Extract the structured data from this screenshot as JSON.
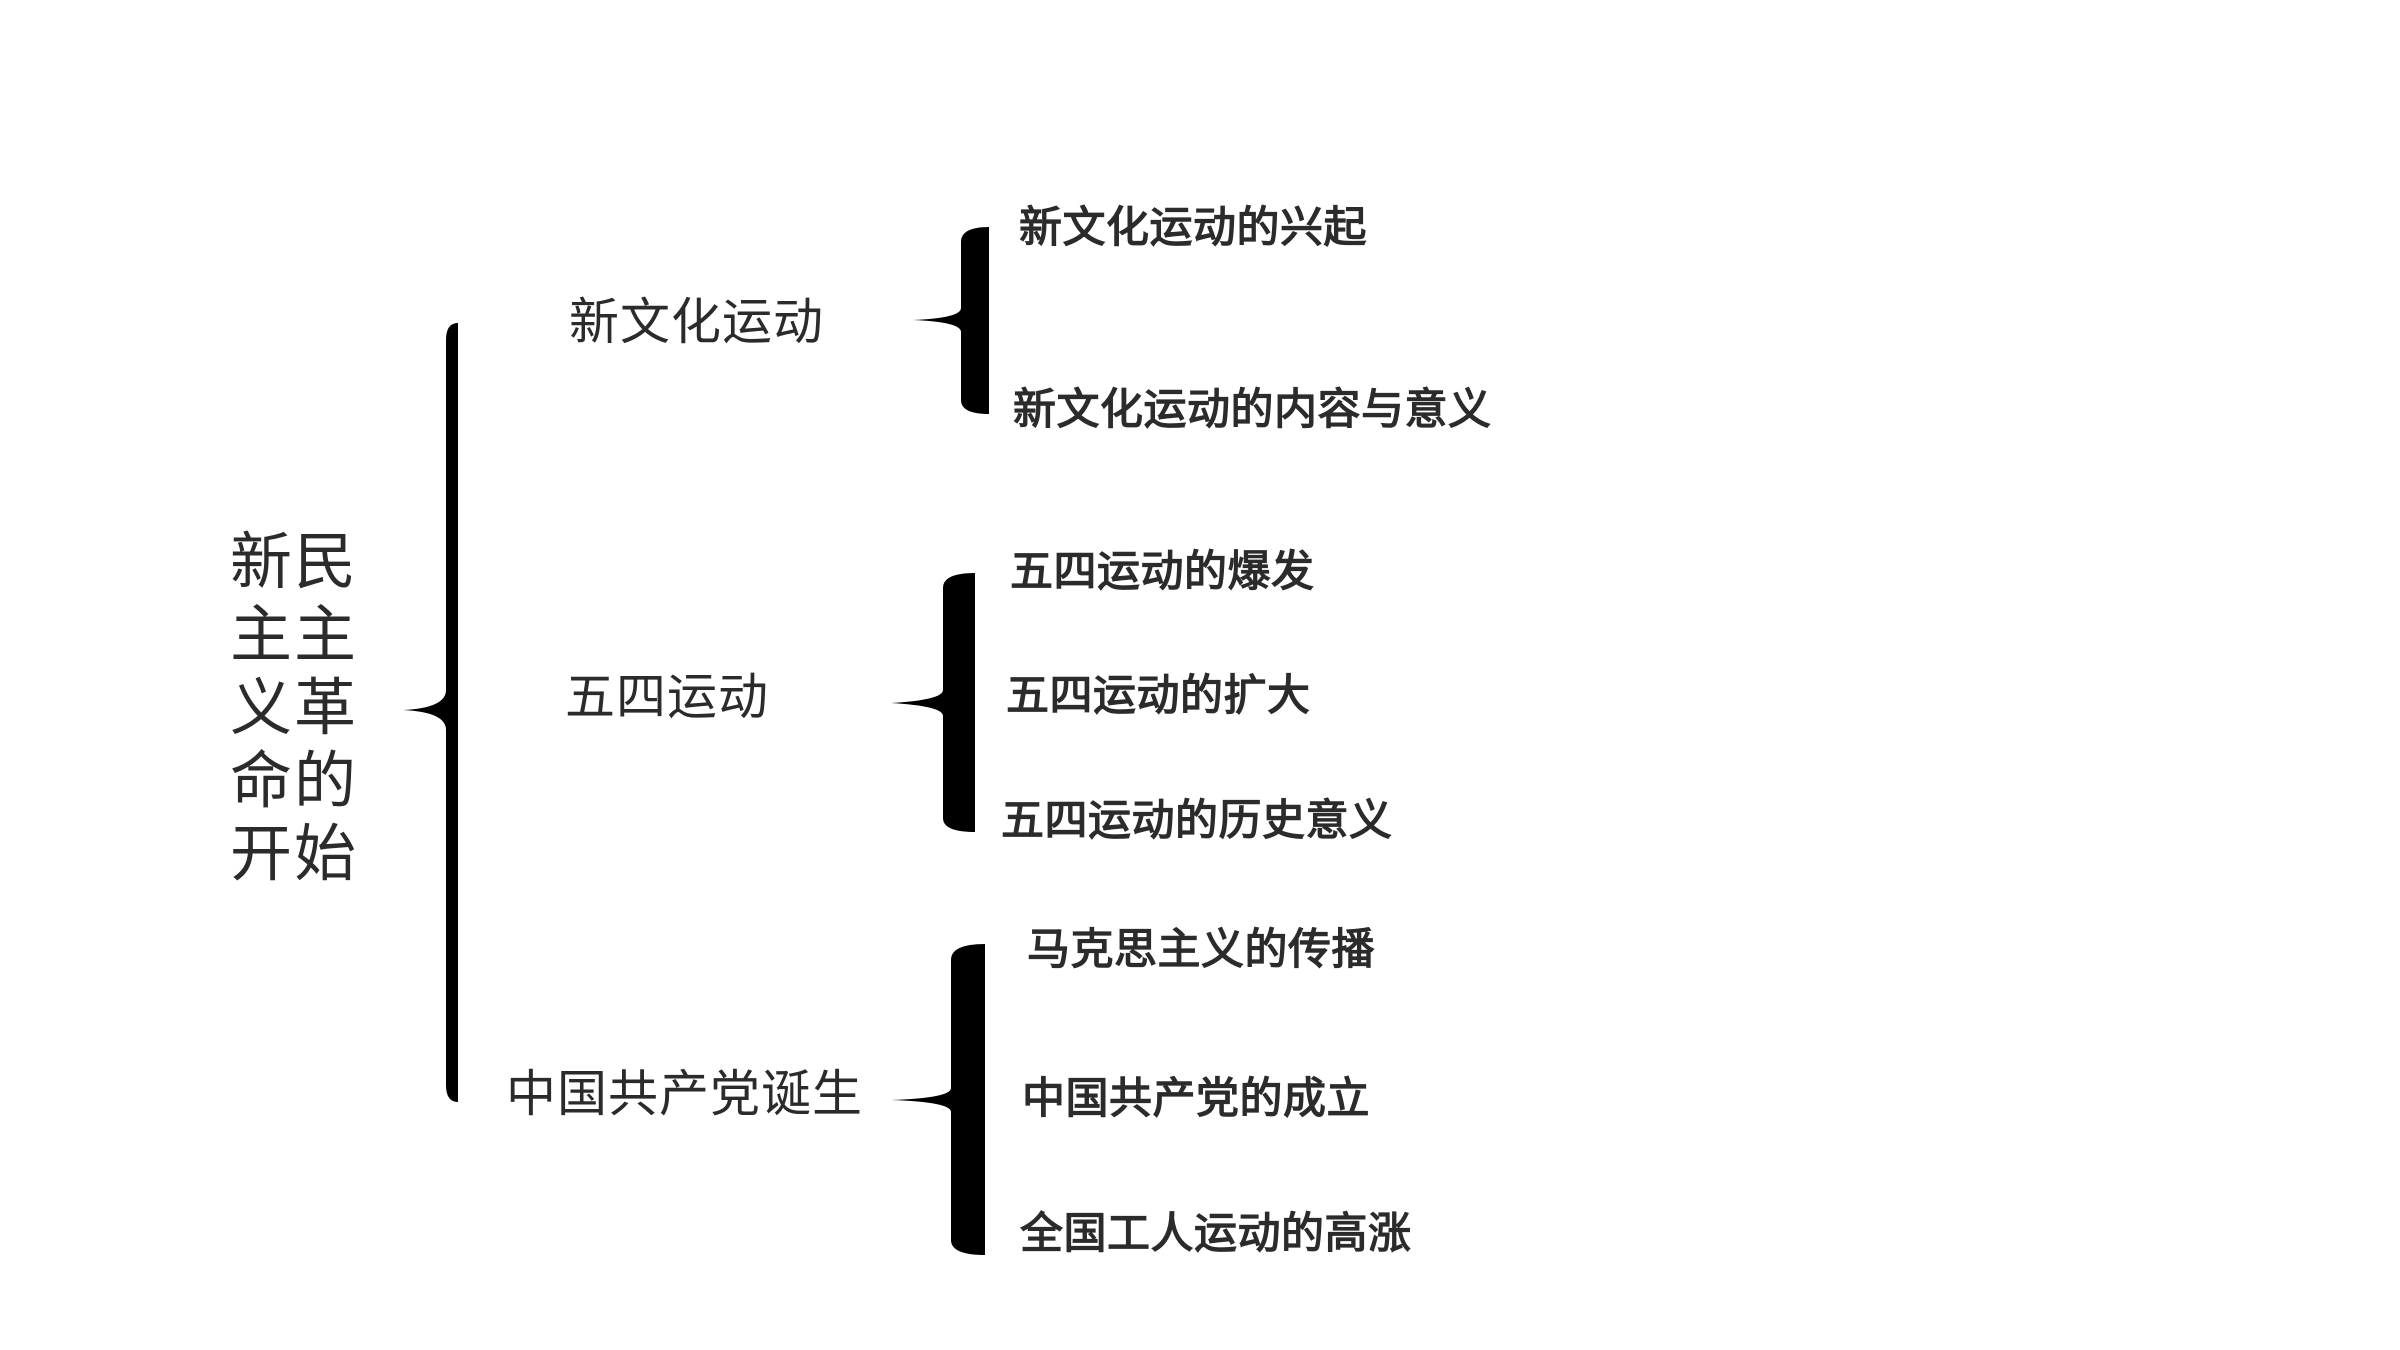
{
  "diagram": {
    "root": "新民主主义革命的开始",
    "branches": [
      {
        "label": "新文化运动",
        "children": [
          "新文化运动的兴起",
          "新文化运动的内容与意义"
        ]
      },
      {
        "label": "五四运动",
        "children": [
          "五四运动的爆发",
          "五四运动的扩大",
          "五四运动的历史意义"
        ]
      },
      {
        "label": "中国共产党诞生",
        "children": [
          "马克思主义的传播",
          "中国共产党的成立",
          "全国工人运动的高涨"
        ]
      }
    ]
  }
}
